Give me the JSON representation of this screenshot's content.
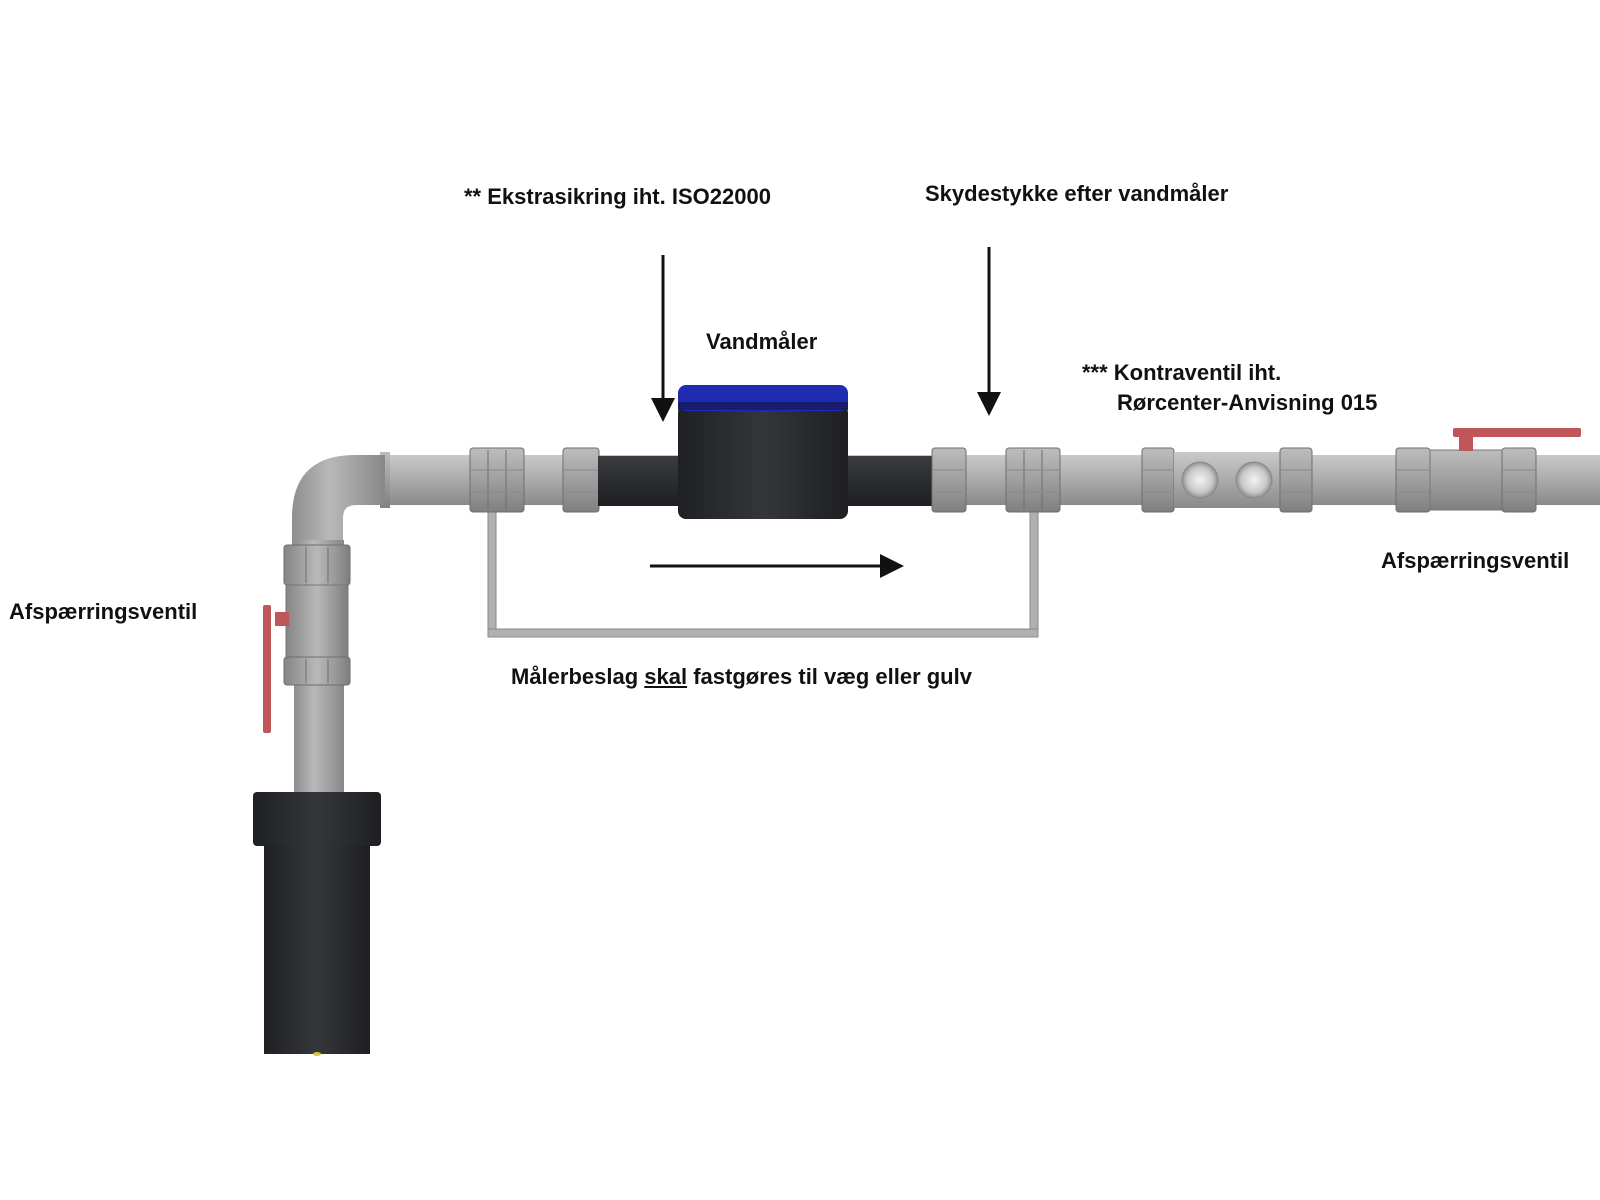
{
  "labels": {
    "iso": "** Ekstrasikring iht. ISO22000",
    "skydestykke": "Skydestykke efter vandmåler",
    "vandmaaler": "Vandmåler",
    "kontraventil_line1": "*** Kontraventil iht.",
    "kontraventil_line2": "Rørcenter-Anvisning 015",
    "afspaerring_left": "Afspærringsventil",
    "afspaerring_right": "Afspærringsventil",
    "bracket_part1": "Målerbeslag ",
    "bracket_part2": "skal",
    "bracket_part3": " fastgøres til væg eller gulv"
  },
  "colors": {
    "pipe": "#a8a8a8",
    "pipe_dark": "#7c7c7c",
    "meter_body": "#2a2b2e",
    "meter_top": "#1f2bb0",
    "valve_handle": "#c0565a",
    "arrow": "#111111"
  }
}
